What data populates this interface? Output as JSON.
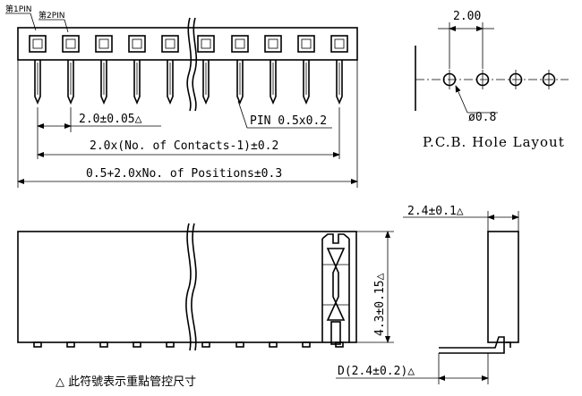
{
  "labels": {
    "pin1": "第1PIN",
    "pin2": "第2PIN",
    "dim_pitch": "2.0±0.05△",
    "dim_pin": "PIN 0.5x0.2",
    "dim_contacts": "2.0x(No. of Contacts-1)±0.2",
    "dim_positions": "0.5+2.0xNo. of Positions±0.3",
    "pcb_pitch": "2.00",
    "pcb_hole": "ø0.8",
    "pcb_title": "P.C.B. Hole Layout",
    "side_width": "2.4±0.1△",
    "height": "4.3±0.15△",
    "depth": "D(2.4±0.2)△",
    "footnote": "△ 此符號表示重點管控尺寸"
  }
}
